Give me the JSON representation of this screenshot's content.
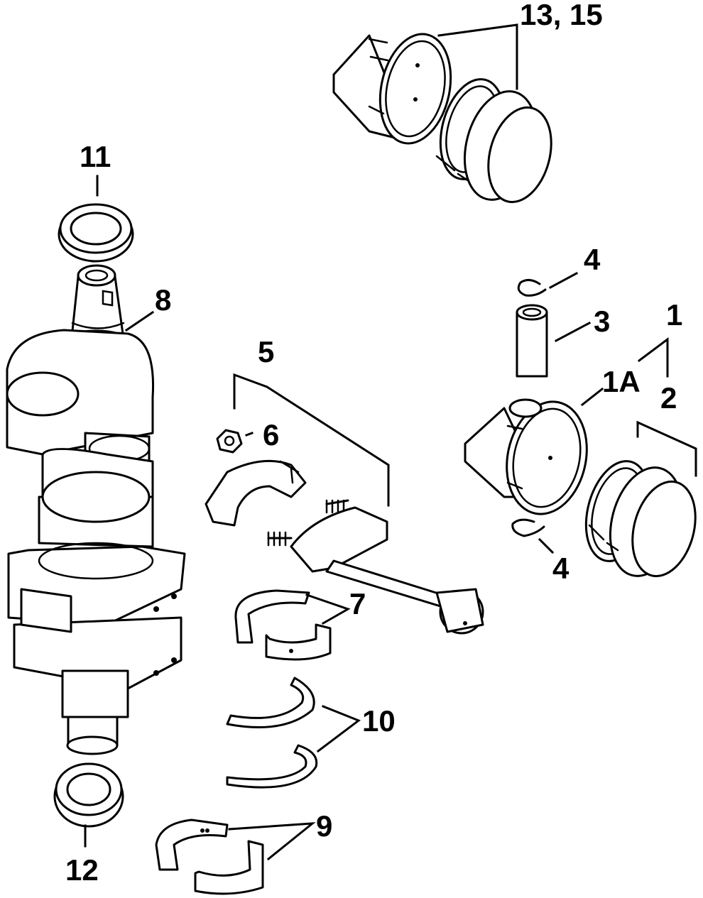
{
  "labels": {
    "l1": "1",
    "l1a": "1A",
    "l2": "2",
    "l3": "3",
    "l4_top": "4",
    "l4_bottom": "4",
    "l5": "5",
    "l6": "6",
    "l7": "7",
    "l8": "8",
    "l9": "9",
    "l10": "10",
    "l11": "11",
    "l12": "12",
    "l13_15": "13, 15"
  }
}
